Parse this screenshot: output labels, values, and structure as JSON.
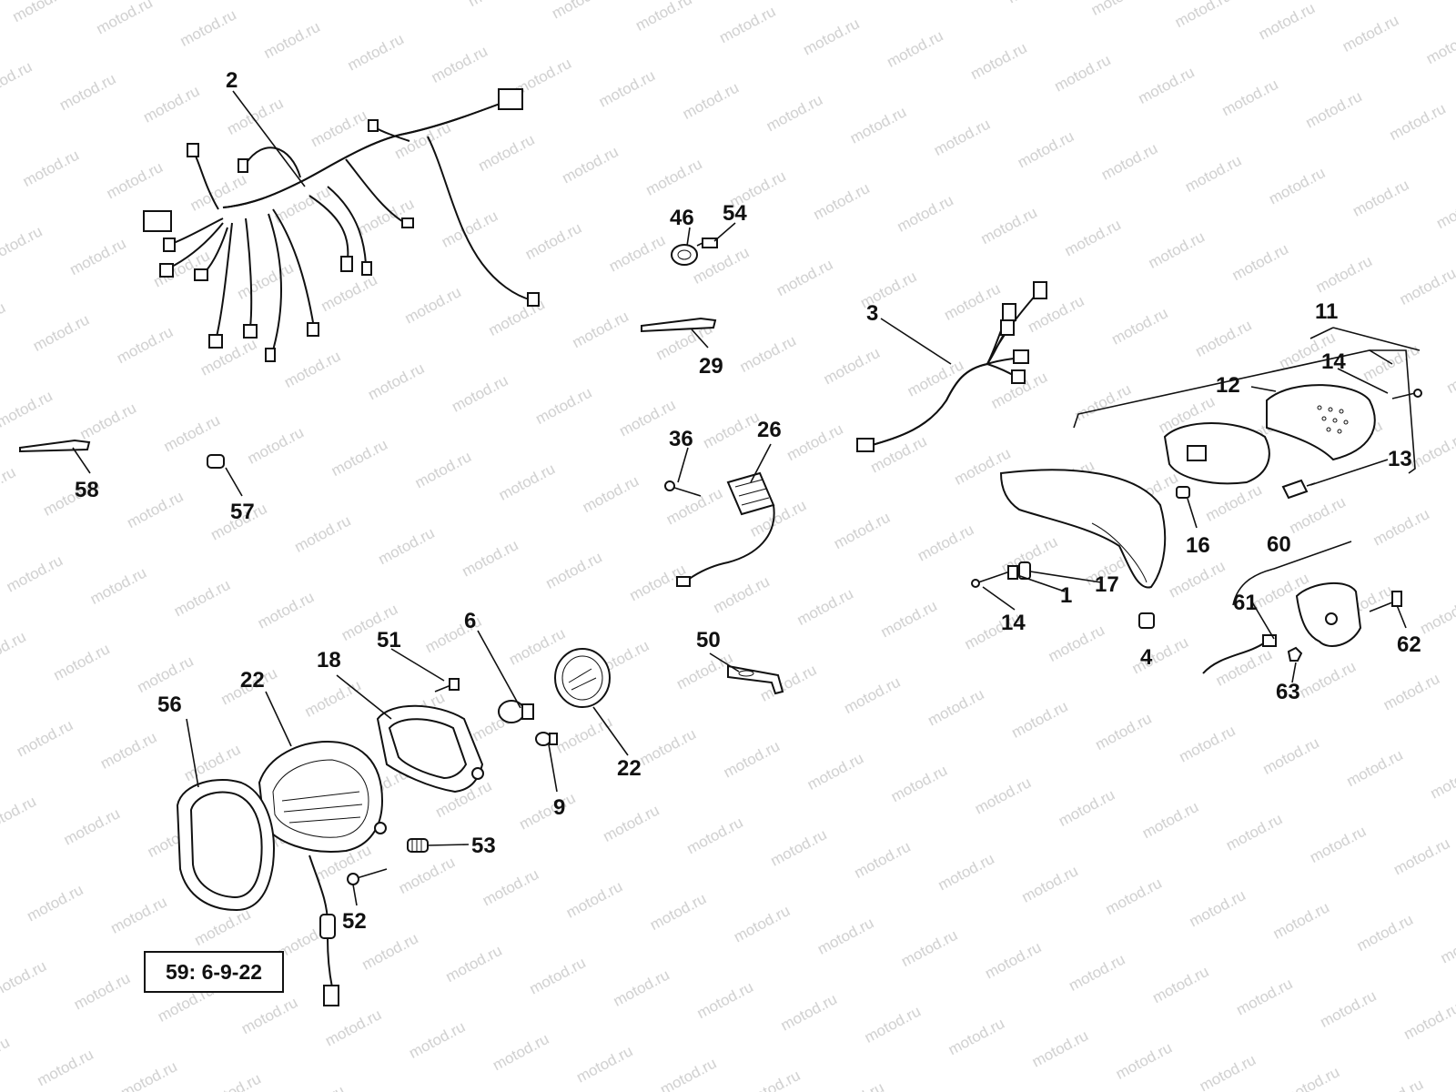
{
  "watermark": "motod.ru",
  "callouts": {
    "c2": "2",
    "c46": "46",
    "c54": "54",
    "c29": "29",
    "c3": "3",
    "c11": "11",
    "c14a": "14",
    "c12": "12",
    "c13": "13",
    "c36": "36",
    "c26": "26",
    "c58": "58",
    "c57": "57",
    "c16": "16",
    "c60": "60",
    "c17": "17",
    "c1": "1",
    "c14b": "14",
    "c61": "61",
    "c62": "62",
    "c4": "4",
    "c63": "63",
    "c6": "6",
    "c51": "51",
    "c18": "18",
    "c22a": "22",
    "c50": "50",
    "c56": "56",
    "c22b": "22",
    "c9": "9",
    "c53": "53",
    "c52": "52"
  },
  "legend": "59: 6-9-22"
}
